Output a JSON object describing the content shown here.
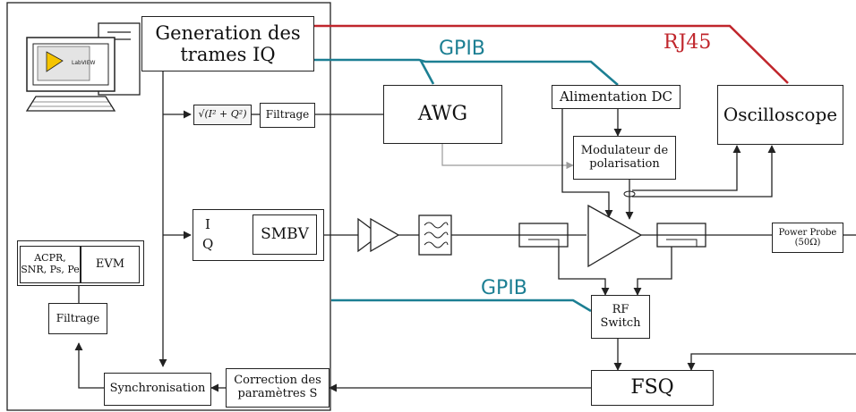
{
  "blocks": {
    "generation": "Generation des trames IQ",
    "sqrt_formula": "√(I² + Q²)",
    "filtrage_top": "Filtrage",
    "awg": "AWG",
    "alimentation": "Alimentation DC",
    "oscilloscope": "Oscilloscope",
    "modulateur": "Modulateur de polarisation",
    "iq_i": "I",
    "iq_q": "Q",
    "smbv": "SMBV",
    "power_probe": "Power Probe (50Ω)",
    "rf_switch": "RF Switch",
    "fsq": "FSQ",
    "acpr": "ACPR, SNR, Ps, Pe",
    "evm": "EVM",
    "filtrage_bottom": "Filtrage",
    "synchronisation": "Synchronisation",
    "correction": "Correction des paramètres S",
    "labview_logo": "LabVIEW"
  },
  "buses": {
    "gpib_top": "GPIB",
    "gpib_bottom": "GPIB",
    "rj45": "RJ45"
  },
  "colors": {
    "gpib": "#1c7f93",
    "rj45": "#c0262c",
    "line": "#222222",
    "gray_arrow": "#9a9a9a"
  }
}
